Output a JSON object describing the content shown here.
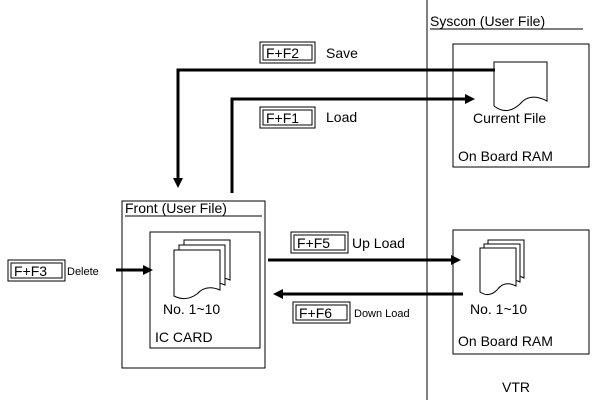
{
  "syscon": {
    "title": "Syscon (User File)",
    "current_file": "Current File",
    "ram_top": "On Board RAM",
    "file_range": "No. 1~10",
    "ram_bottom": "On Board RAM",
    "vtr": "VTR"
  },
  "front": {
    "title": "Front (User File)",
    "file_range": "No. 1~10",
    "card": "IC CARD"
  },
  "keys": {
    "save_key": "F+F2",
    "save_label": "Save",
    "load_key": "F+F1",
    "load_label": "Load",
    "delete_key": "F+F3",
    "delete_label": "Delete",
    "upload_key": "F+F5",
    "upload_label": "Up Load",
    "download_key": "F+F6",
    "download_label": "Down Load"
  }
}
